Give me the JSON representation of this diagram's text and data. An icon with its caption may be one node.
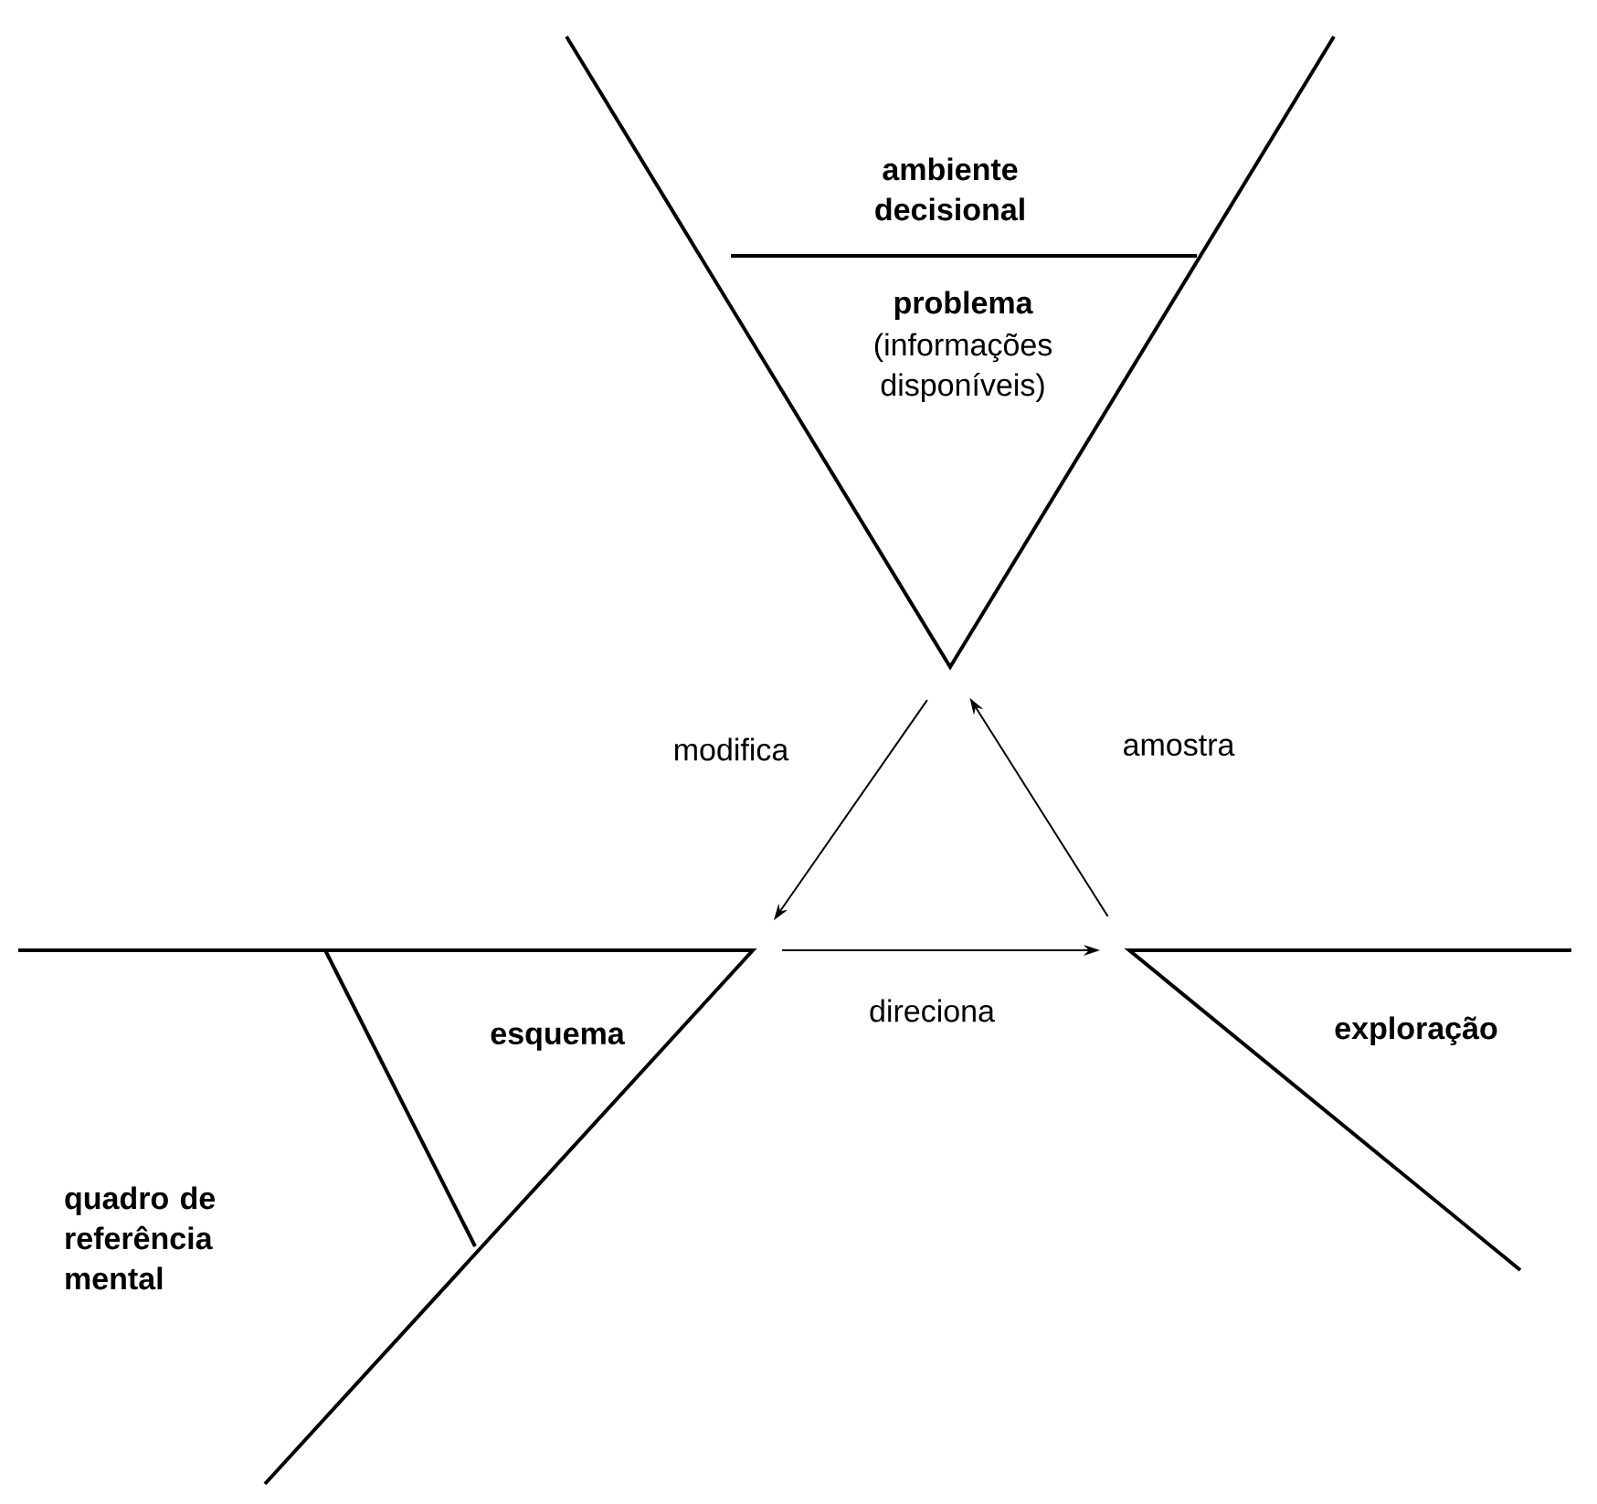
{
  "diagram": {
    "nodes": [
      {
        "text": [
          "ambiente decisional"
        ]
      },
      {
        "text": [
          "problema",
          "(informações disponíveis)"
        ],
        "in": 0
      },
      {
        "text": [
          "quadro de referência mental"
        ]
      },
      {
        "text": [
          "esquema"
        ],
        "in": 2
      },
      {
        "text": [
          "exploração"
        ]
      }
    ],
    "edges": [
      {
        "from": 0,
        "to": 2,
        "arrow": "to",
        "label": "modifica"
      },
      {
        "from": 4,
        "to": 0,
        "arrow": "to",
        "label": "amostra"
      },
      {
        "from": 2,
        "to": 4,
        "arrow": "to",
        "label": "direciona"
      }
    ]
  }
}
